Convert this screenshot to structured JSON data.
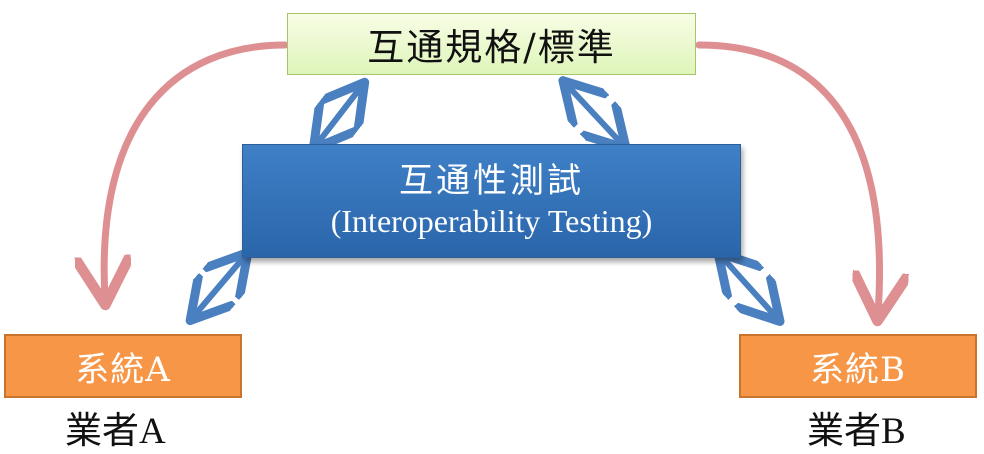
{
  "standard": {
    "label": "互通規格/標準"
  },
  "interoperability_testing": {
    "title": "互通性測試",
    "subtitle": "(Interoperability Testing)"
  },
  "system_a": {
    "label": "系統A",
    "vendor": "業者A"
  },
  "system_b": {
    "label": "系統B",
    "vendor": "業者B"
  },
  "colors": {
    "standard_box": "#def5b9",
    "test_box": "#3571b8",
    "system_box": "#f79646",
    "blue_arrow": "#4a7fc0",
    "pink_arrow": "#de8f91"
  }
}
